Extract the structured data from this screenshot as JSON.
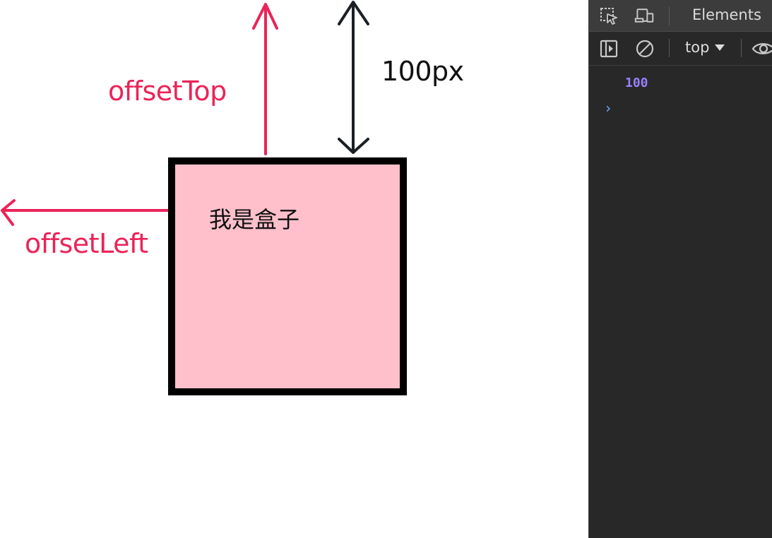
{
  "demo": {
    "offset_top_label": "offsetTop",
    "offset_left_label": "offsetLeft",
    "distance_label": "100px",
    "box_text": "我是盒子",
    "colors": {
      "accent_red": "#ea2458",
      "box_fill": "#ffc0cb",
      "box_border": "#000000"
    }
  },
  "devtools": {
    "toolbar": {
      "inspect_icon": "inspect-element-icon",
      "device_icon": "device-toolbar-icon",
      "tab_elements": "Elements"
    },
    "console_toolbar": {
      "sidebar_icon": "console-sidebar-icon",
      "clear_icon": "clear-console-icon",
      "context": "top",
      "eye_icon": "live-expression-eye-icon"
    },
    "console": {
      "output_value": "100",
      "prompt_symbol": "›"
    }
  }
}
